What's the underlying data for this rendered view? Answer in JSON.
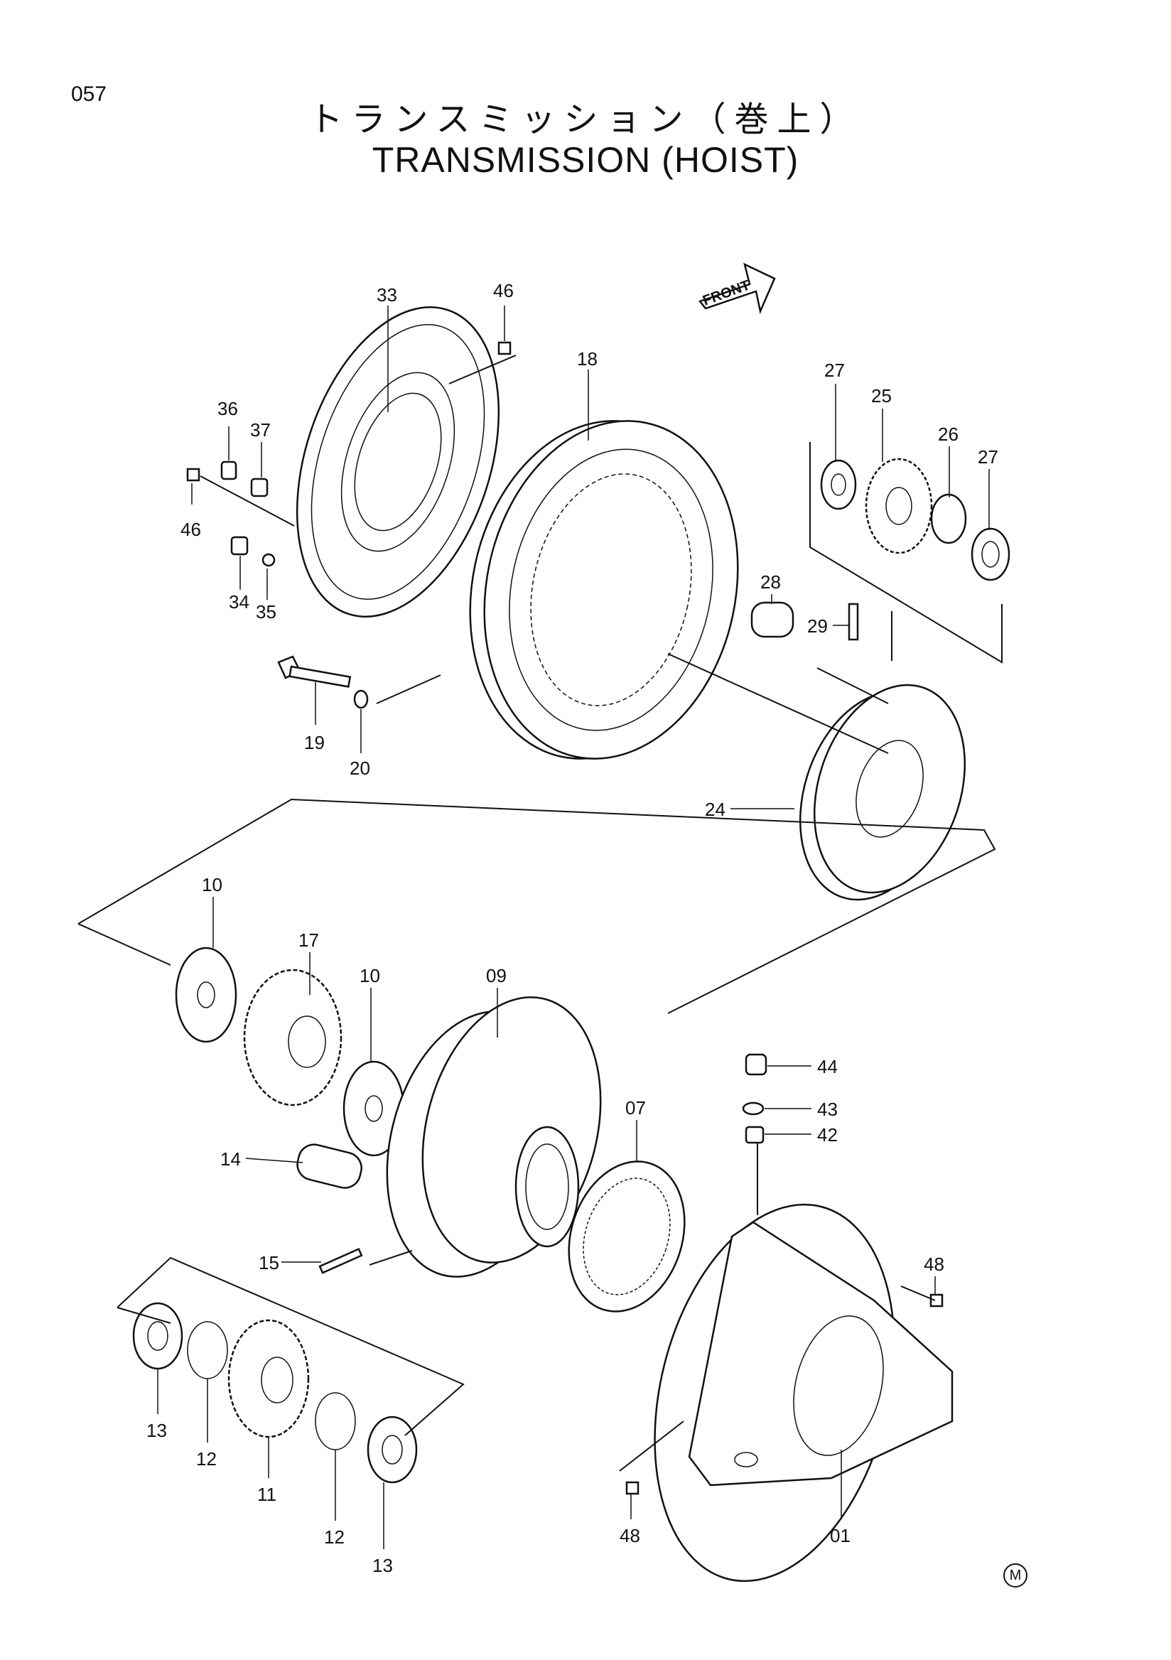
{
  "header": {
    "page_number": "057",
    "title_jp": "トランスミッション（巻上）",
    "title_en": "TRANSMISSION  (HOIST)",
    "corner_mark": "M"
  },
  "diagram": {
    "front_label": "FRONT",
    "callouts": {
      "c01": "01",
      "c07": "07",
      "c09": "09",
      "c10a": "10",
      "c10b": "10",
      "c11": "11",
      "c12a": "12",
      "c12b": "12",
      "c13a": "13",
      "c13b": "13",
      "c14": "14",
      "c15": "15",
      "c17": "17",
      "c18": "18",
      "c19": "19",
      "c20": "20",
      "c24": "24",
      "c25": "25",
      "c26": "26",
      "c27a": "27",
      "c27b": "27",
      "c28": "28",
      "c29": "29",
      "c33": "33",
      "c34": "34",
      "c35": "35",
      "c36": "36",
      "c37": "37",
      "c42": "42",
      "c43": "43",
      "c44": "44",
      "c46a": "46",
      "c46b": "46",
      "c48a": "48",
      "c48b": "48"
    }
  }
}
